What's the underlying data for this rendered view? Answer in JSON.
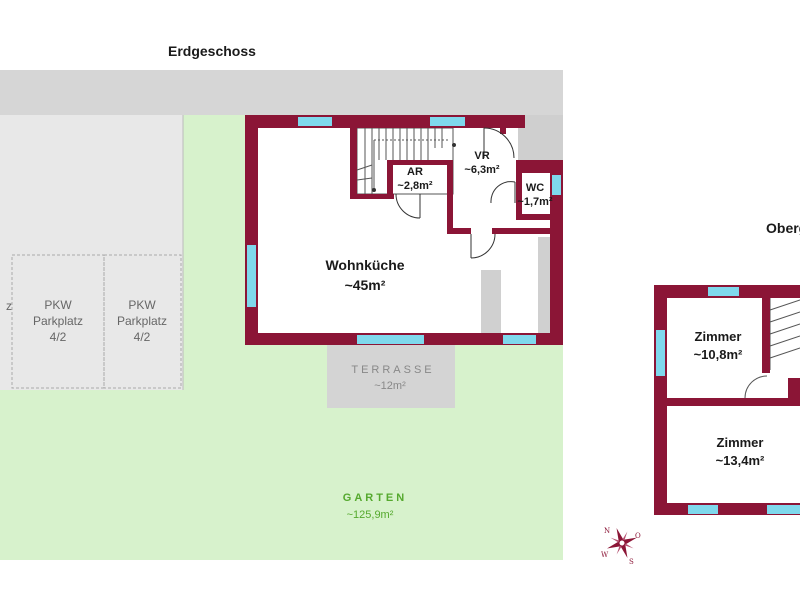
{
  "floors": {
    "ground": {
      "title": "Erdgeschoss"
    },
    "upper": {
      "title": "Oberg"
    }
  },
  "rooms": {
    "wohnkueche": {
      "name": "Wohnküche",
      "area": "~45m²"
    },
    "ar": {
      "name": "AR",
      "area": "~2,8m²"
    },
    "vr": {
      "name": "VR",
      "area": "~6,3m²"
    },
    "wc": {
      "name": "WC",
      "area": "~1,7m²"
    },
    "terrasse": {
      "name": "TERRASSE",
      "area": "~12m²"
    },
    "garten": {
      "name": "GARTEN",
      "area": "~125,9m²"
    },
    "zimmer1": {
      "name": "Zimmer",
      "area": "~10,8m²"
    },
    "zimmer2": {
      "name": "Zimmer",
      "area": "~13,4m²"
    }
  },
  "parking": [
    {
      "line1": "",
      "line2": "z",
      "line3": ""
    },
    {
      "line1": "PKW",
      "line2": "Parkplatz",
      "line3": "4/2"
    },
    {
      "line1": "PKW",
      "line2": "Parkplatz",
      "line3": "4/2"
    }
  ],
  "compass": {
    "n": "N",
    "o": "O",
    "s": "S",
    "w": "W"
  },
  "colors": {
    "wall": "#8b1536",
    "window": "#7fd8ec",
    "garden": "#d7f2cc",
    "paving": "#d6d6d6",
    "parking": "#e8e8e8",
    "garden_text": "#55a92e"
  }
}
